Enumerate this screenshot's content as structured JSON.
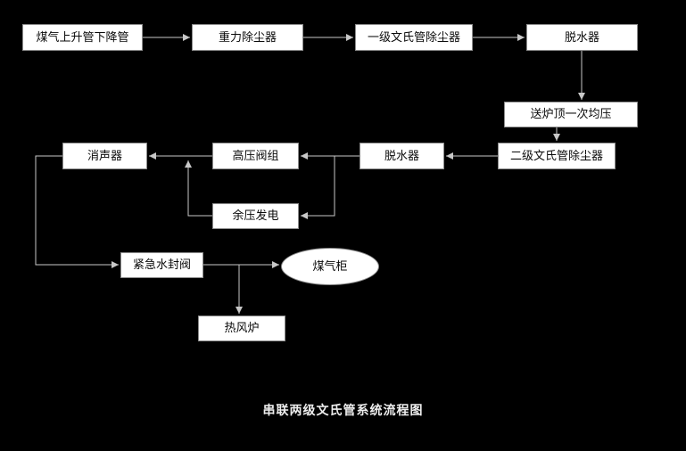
{
  "title": "串联两级文氏管系统流程图",
  "colors": {
    "background": "#000000",
    "node_fill": "#ffffff",
    "node_border": "#8c8c8c",
    "node_text": "#0a0a0a",
    "connector": "#c8c8c8",
    "title_text": "#ededed"
  },
  "nodes": {
    "gas_riser": {
      "label": "煤气上升管下降管"
    },
    "gravity_dust_collector": {
      "label": "重力除尘器"
    },
    "venturi_stage1": {
      "label": "一级文氏管除尘器"
    },
    "dehydrator_1": {
      "label": "脱水器"
    },
    "top_pressure_equalizing": {
      "label": "送炉顶一次均压"
    },
    "venturi_stage2": {
      "label": "二级文氏管除尘器"
    },
    "dehydrator_2": {
      "label": "脱水器"
    },
    "high_pressure_valve_group": {
      "label": "高压阀组"
    },
    "muffler": {
      "label": "消声器"
    },
    "residual_pressure_power": {
      "label": "余压发电"
    },
    "emergency_water_seal_valve": {
      "label": "紧急水封阀"
    },
    "gas_holder": {
      "label": "煤气柜"
    },
    "hot_blast_stove": {
      "label": "热风炉"
    }
  },
  "edges": [
    {
      "from": "煤气上升管下降管",
      "to": "重力除尘器"
    },
    {
      "from": "重力除尘器",
      "to": "一级文氏管除尘器"
    },
    {
      "from": "一级文氏管除尘器",
      "to": "脱水器"
    },
    {
      "from": "脱水器",
      "to": "送炉顶一次均压"
    },
    {
      "from": "送炉顶一次均压",
      "to": "二级文氏管除尘器"
    },
    {
      "from": "二级文氏管除尘器",
      "to": "脱水器"
    },
    {
      "from": "脱水器",
      "to": "高压阀组"
    },
    {
      "from": "脱水器",
      "to": "余压发电"
    },
    {
      "from": "高压阀组",
      "to": "消声器"
    },
    {
      "from": "余压发电",
      "to": "消声器"
    },
    {
      "from": "消声器",
      "to": "紧急水封阀"
    },
    {
      "from": "紧急水封阀",
      "to": "煤气柜"
    },
    {
      "from": "紧急水封阀",
      "to": "热风炉"
    }
  ]
}
